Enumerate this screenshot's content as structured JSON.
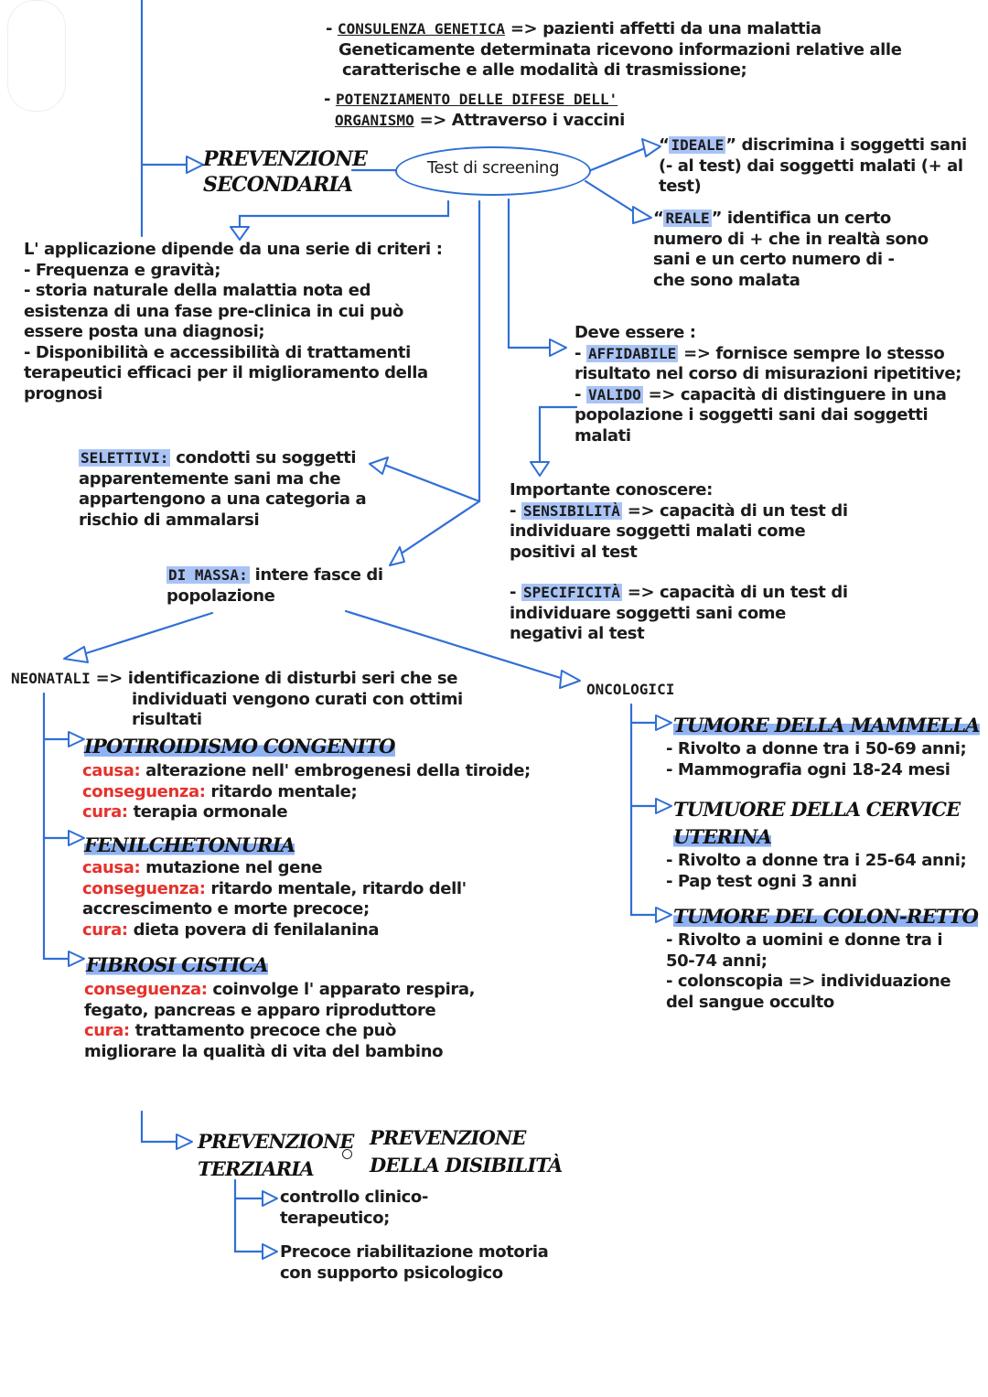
{
  "colors": {
    "line": "#2f6fd6",
    "highlight": "#a9c3f5",
    "red": "#e5322d",
    "text": "#1c1c1c"
  },
  "primary": {
    "consulenza_title": "CONSULENZA GENETICA",
    "consulenza_text": "=> pazienti affetti da una malattia",
    "consulenza_line2": "Geneticamente determinata ricevono informazioni relative alle",
    "consulenza_line3": "caratterische e alle modalità di trasmissione;",
    "potenziamento_title1": "POTENZIAMENTO DELLE DIFESE DELL'",
    "potenziamento_title2": "ORGANISMO",
    "potenziamento_text": "=> Attraverso i vaccini"
  },
  "secondaria": {
    "title1": "PREVENZIONE",
    "title2": "SECONDARIA"
  },
  "screening": {
    "label": "Test di screening",
    "ideale_q": "“",
    "ideale": "IDEALE",
    "ideale_text": "” discrimina i soggetti sani",
    "ideale_line2": "(- al test) dai soggetti malati (+ al",
    "ideale_line3": "test)",
    "reale_q": "“",
    "reale": "REALE",
    "reale_text": "” identifica un certo",
    "reale_line2": "numero di + che in realtà sono",
    "reale_line3": "sani e un certo numero di -",
    "reale_line4": "che sono malata"
  },
  "criteri": {
    "intro": "L' applicazione dipende da una serie di criteri :",
    "l1": "- Frequenza e gravità;",
    "l2": "- storia naturale della malattia nota ed",
    "l3": "esistenza di una fase pre-clinica in cui può",
    "l4": "essere posta una diagnosi;",
    "l5": "- Disponibilità e accessibilità di trattamenti",
    "l6": "terapeutici efficaci per il miglioramento della",
    "l7": "prognosi"
  },
  "requisiti": {
    "intro": "Deve essere :",
    "affidabile": "AFFIDABILE",
    "affidabile_text": "=> fornisce sempre lo stesso",
    "affidabile_line2": "risultato nel corso di misurazioni ripetitive;",
    "valido": "VALIDO",
    "valido_text": "=> capacità di distinguere in una",
    "valido_line2": "popolazione i soggetti sani dai soggetti",
    "valido_line3": "malati"
  },
  "selettivi": {
    "label": "SELETTIVI:",
    "text": "condotti su soggetti",
    "l2": "apparentemente sani ma che",
    "l3": "appartengono a una categoria a",
    "l4": "rischio di ammalarsi"
  },
  "importante": {
    "intro": "Importante conoscere:",
    "sens": "SENSIBILITÀ",
    "sens_text": "=> capacità di un test di",
    "sens_l2": "individuare soggetti malati come",
    "sens_l3": "positivi al test",
    "spec": "SPECIFICITÀ",
    "spec_text": "=> capacità di un test di",
    "spec_l2": "individuare soggetti sani come",
    "spec_l3": "negativi al test"
  },
  "massa": {
    "label": "DI MASSA:",
    "text": "intere fasce di",
    "l2": "popolazione"
  },
  "neonatali": {
    "label": "NEONATALI",
    "text": "=> identificazione di disturbi seri che se",
    "l2": "individuati vengono curati con ottimi",
    "l3": "risultati",
    "ipo_title": "IPOTIROIDISMO CONGENITO",
    "ipo_causa_k": "causa:",
    "ipo_causa": "alterazione nell' embrogenesi della tiroide;",
    "ipo_cons_k": "conseguenza:",
    "ipo_cons": "ritardo mentale;",
    "ipo_cura_k": "cura:",
    "ipo_cura": "terapia ormonale",
    "fen_title": "FENILCHETONURIA",
    "fen_causa_k": "causa:",
    "fen_causa": "mutazione nel gene",
    "fen_cons_k": "conseguenza:",
    "fen_cons": "ritardo mentale, ritardo dell'",
    "fen_cons_l2": "accrescimento e morte precoce;",
    "fen_cura_k": "cura:",
    "fen_cura": "dieta povera di fenilalanina",
    "fib_title": "FIBROSI CISTICA",
    "fib_cons_k": "conseguenza:",
    "fib_cons": "coinvolge l' apparato respira,",
    "fib_cons_l2": "fegato, pancreas e apparo riproduttore",
    "fib_cura_k": "cura:",
    "fib_cura": "trattamento precoce che può",
    "fib_cura_l2": "migliorare la qualità di vita del bambino"
  },
  "oncologici": {
    "label": "ONCOLOGICI",
    "mam_title": "TUMORE DELLA MAMMELLA",
    "mam_l1": "- Rivolto a donne tra i 50-69 anni;",
    "mam_l2": "- Mammografia ogni 18-24 mesi",
    "cer_title1": "TUMUORE DELLA CERVICE",
    "cer_title2": "UTERINA",
    "cer_l1": "- Rivolto a donne tra i 25-64 anni;",
    "cer_l2": "- Pap test ogni 3 anni",
    "col_title": "TUMORE DEL COLON-RETTO",
    "col_l1": "- Rivolto a uomini e donne tra i",
    "col_l2": "50-74 anni;",
    "col_l3": "- colonscopia => individuazione",
    "col_l4": "del sangue occulto"
  },
  "terziaria": {
    "title1": "PREVENZIONE",
    "title2": "TERZIARIA",
    "alt1": "PREVENZIONE",
    "alt2": "DELLA DISIBILITÀ",
    "item1": "controllo clinico-",
    "item1_l2": "terapeutico;",
    "item2": "Precoce riabilitazione motoria",
    "item2_l2": "con supporto psicologico"
  }
}
